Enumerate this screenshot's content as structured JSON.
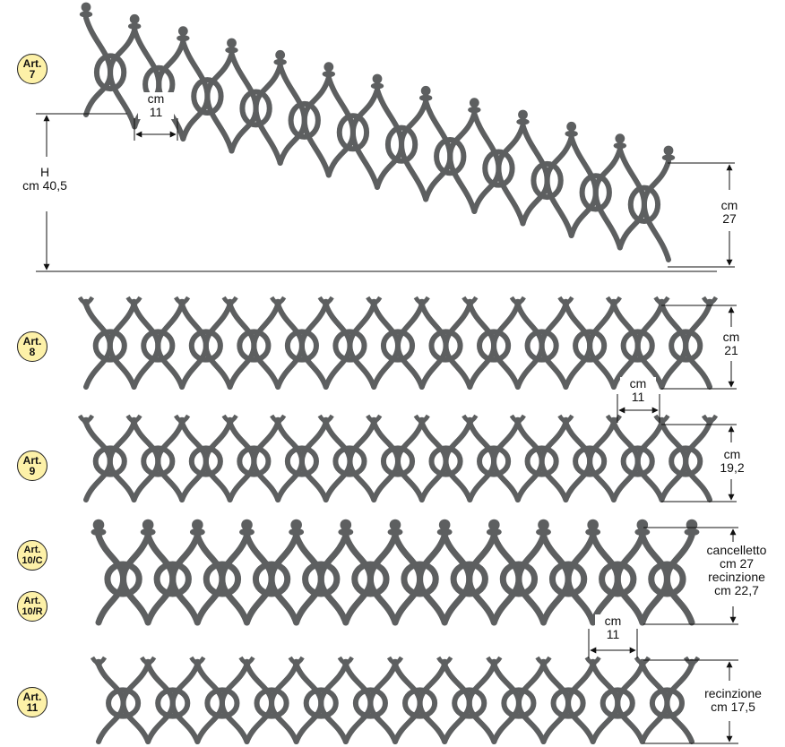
{
  "articles": [
    {
      "id": "art7",
      "badge_top": "Art.",
      "badge_bottom": "7"
    },
    {
      "id": "art8",
      "badge_top": "Art.",
      "badge_bottom": "8"
    },
    {
      "id": "art9",
      "badge_top": "Art.",
      "badge_bottom": "9"
    },
    {
      "id": "art10c",
      "badge_top": "Art.",
      "badge_bottom": "10/C"
    },
    {
      "id": "art10r",
      "badge_top": "Art.",
      "badge_bottom": "10/R"
    },
    {
      "id": "art11",
      "badge_top": "Art.",
      "badge_bottom": "11"
    }
  ],
  "dimensions": {
    "art7_pitch": {
      "l1": "cm",
      "l2": "11"
    },
    "art7_total": {
      "l1": "H",
      "l2": "cm 40,5"
    },
    "art7_height": {
      "l1": "cm",
      "l2": "27"
    },
    "art8_height": {
      "l1": "cm",
      "l2": "21"
    },
    "art8_pitch": {
      "l1": "cm",
      "l2": "11"
    },
    "art9_height": {
      "l1": "cm",
      "l2": "19,2"
    },
    "art10_height": {
      "l1": "cancelletto",
      "l2": "cm 27",
      "l3": "recinzione",
      "l4": "cm 22,7"
    },
    "art10_pitch": {
      "l1": "cm",
      "l2": "11"
    },
    "art11_height": {
      "l1": "recinzione",
      "l2": "cm 17,5"
    }
  },
  "colors": {
    "metal": "#5d5f60",
    "badge_fill": "#fdf1a8",
    "line": "#111111"
  }
}
